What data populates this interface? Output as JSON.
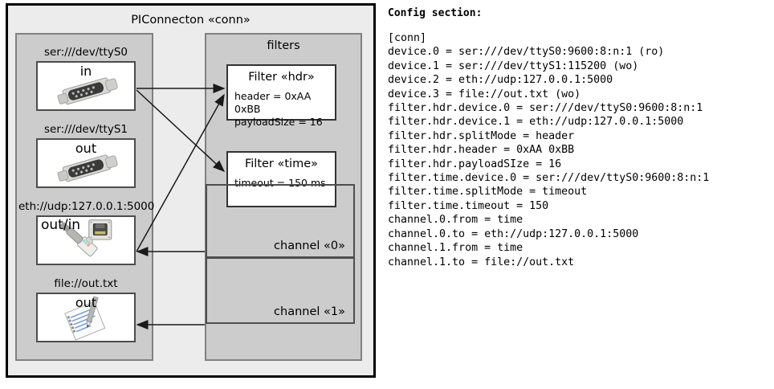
{
  "diagram": {
    "outer": {
      "title": "PIConnecton «conn»"
    },
    "devices_panel": {
      "title": "",
      "devices": [
        {
          "label": "ser:///dev/ttyS0",
          "io": "in",
          "icon": "serial-port-icon"
        },
        {
          "label": "ser:///dev/ttyS1",
          "io": "out",
          "icon": "serial-port-icon"
        },
        {
          "label": "eth://udp:127.0.0.1:5000",
          "io": "out/in",
          "icon": "network-plug-icon"
        },
        {
          "label": "file://out.txt",
          "io": "out",
          "icon": "text-file-icon"
        }
      ]
    },
    "filters_panel": {
      "title": "filters",
      "filters": [
        {
          "title": "Filter «hdr»",
          "props": [
            "header = 0xAA 0xBB",
            "payloadSize = 16"
          ]
        },
        {
          "title": "Filter «time»",
          "props": [
            "timeout = 150 ms"
          ]
        }
      ],
      "channels": [
        {
          "label": "channel «0»"
        },
        {
          "label": "channel «1»"
        }
      ]
    },
    "colors": {
      "outer_fill": "#ececec",
      "panel_fill": "#cccccc",
      "box_fill": "#ffffff",
      "outline": "#000000",
      "panel_outline": "#808080",
      "arrow": "#1a1a1a"
    }
  },
  "config": {
    "heading": "Config section:",
    "lines": [
      "[conn]",
      "device.0 = ser:///dev/ttyS0:9600:8:n:1 (ro)",
      "device.1 = ser:///dev/ttyS1:115200 (wo)",
      "device.2 = eth://udp:127.0.0.1:5000",
      "device.3 = file://out.txt (wo)",
      "filter.hdr.device.0 = ser:///dev/ttyS0:9600:8:n:1",
      "filter.hdr.device.1 = eth://udp:127.0.0.1:5000",
      "filter.hdr.splitMode = header",
      "filter.hdr.header = 0xAA 0xBB",
      "filter.hdr.payloadSIze = 16",
      "filter.time.device.0 = ser:///dev/ttyS0:9600:8:n:1",
      "filter.time.splitMode = timeout",
      "filter.time.timeout = 150",
      "channel.0.from = time",
      "channel.0.to = eth://udp:127.0.0.1:5000",
      "channel.1.from = time",
      "channel.1.to = file://out.txt"
    ]
  }
}
